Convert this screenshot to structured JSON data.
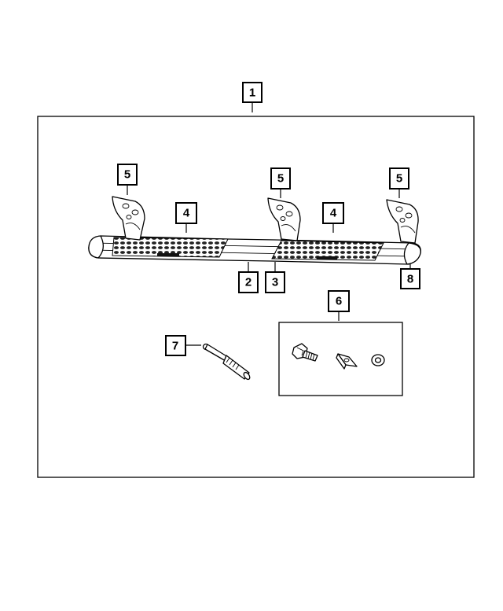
{
  "diagram": {
    "callouts": {
      "assembly": "1",
      "step_left": "2",
      "step_right": "3",
      "pad_left": "4",
      "pad_right": "4",
      "bracket_left": "5",
      "bracket_middle": "5",
      "bracket_right": "5",
      "hardware_kit": "6",
      "wrench": "7",
      "end_cap": "8"
    },
    "colors": {
      "line": "#000000",
      "background": "#ffffff"
    }
  }
}
